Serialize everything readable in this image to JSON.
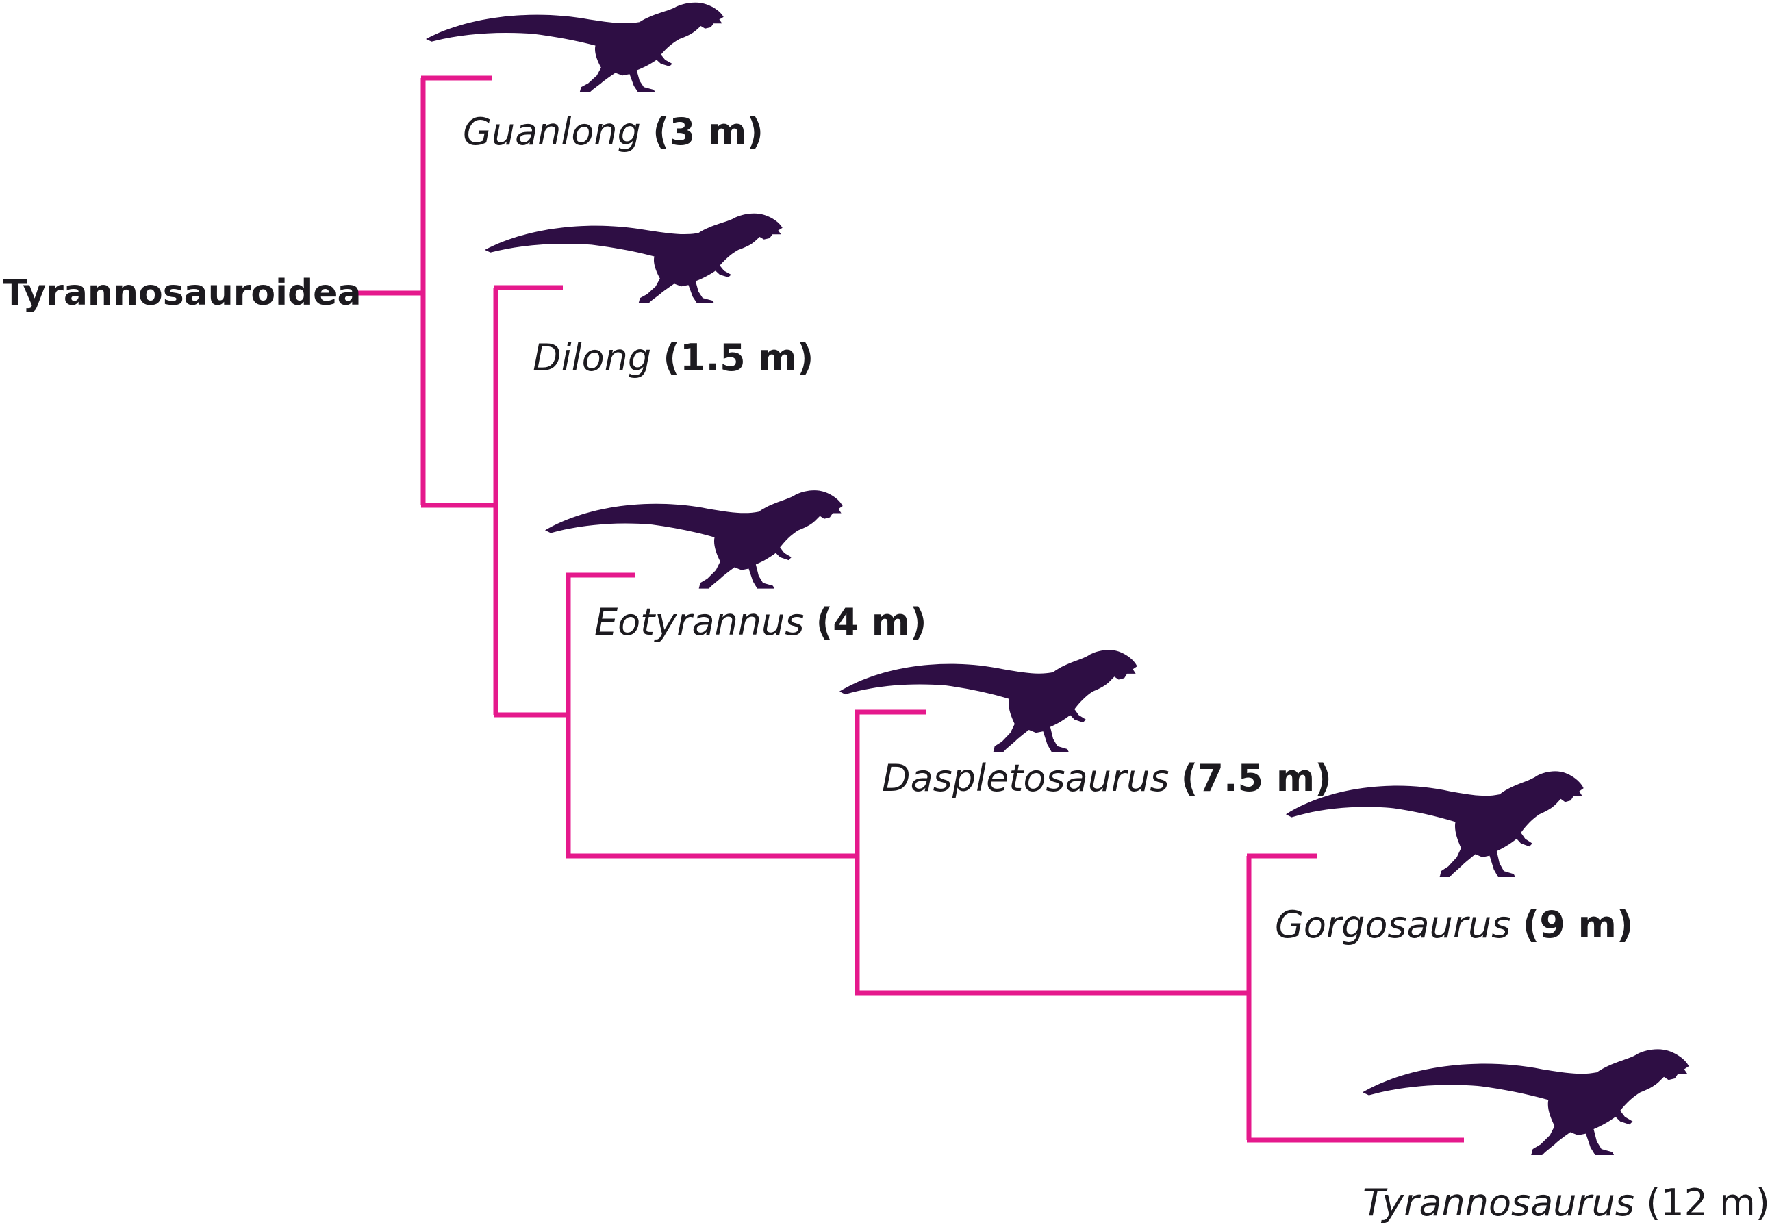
{
  "diagram": {
    "root_label": "Tyrannosauroidea",
    "colors": {
      "branch": "#e5198c",
      "silhouette": "#2e0e44",
      "text": "#1c1a1f"
    },
    "taxa": [
      {
        "name": "Guanlong",
        "size": "(3 m)"
      },
      {
        "name": "Dilong",
        "size": "(1.5 m)"
      },
      {
        "name": "Eotyrannus",
        "size": "(4 m)"
      },
      {
        "name": "Daspletosaurus",
        "size": "(7.5 m)"
      },
      {
        "name": "Gorgosaurus",
        "size": "(9 m)"
      },
      {
        "name": "Tyrannosaurus",
        "size": "(12 m)"
      }
    ]
  }
}
